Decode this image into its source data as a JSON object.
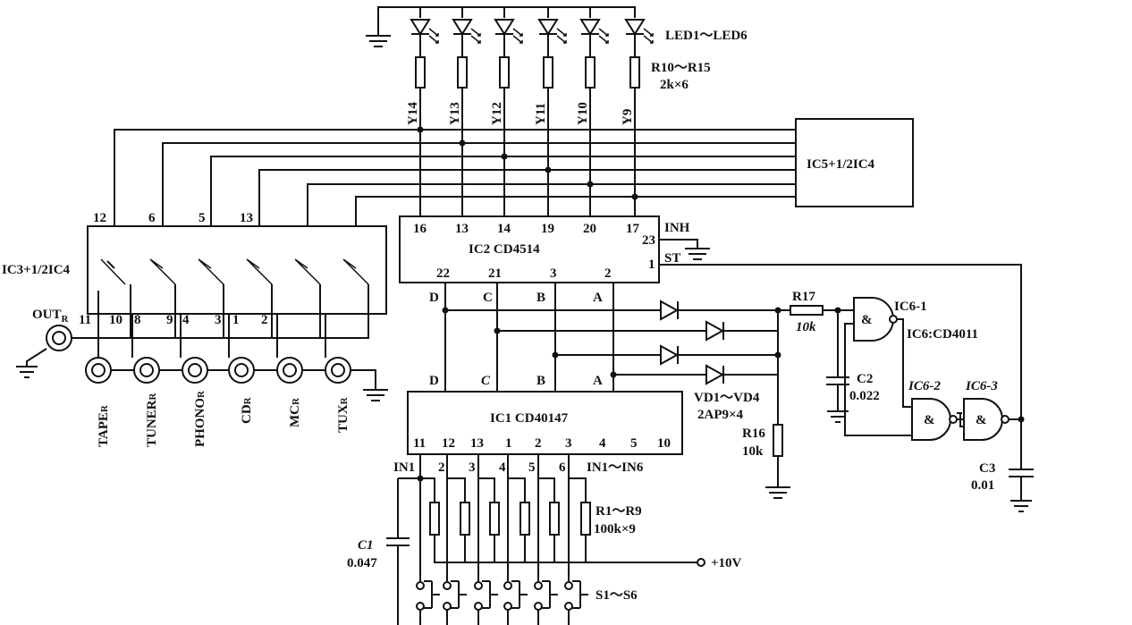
{
  "labels": {
    "led_group": "LED1～LED6",
    "r10_15_name": "R10～R15",
    "r10_15_value": "2k×6",
    "ic5": "IC5+1/2IC4",
    "ic2": "IC2  CD4514",
    "ic3": "IC3+1/2IC4",
    "ic1": "IC1  CD40147",
    "out": "OUT",
    "out_sub": "R",
    "inh": "INH",
    "st": "ST",
    "r17": "R17",
    "r17_value": "10k",
    "ic6_1": "IC6-1",
    "ic6_type": "IC6:CD4011",
    "ic6_2": "IC6-2",
    "ic6_3": "IC6-3",
    "c2": "C2",
    "c2_value": "0.022",
    "vd": "VD1～VD4",
    "vd_type": "2AP9×4",
    "r16": "R16",
    "r16_value": "10k",
    "c3": "C3",
    "c3_value": "0.01",
    "in1": "IN1",
    "in_range": "IN1～IN6",
    "r1_9": "R1～R9",
    "r1_9_value": "100k×9",
    "c1": "C1",
    "c1_value": "0.047",
    "vcc": "+10V",
    "s1_6": "S1～S6",
    "nand": "&"
  },
  "y_labels": [
    "Y14",
    "Y13",
    "Y12",
    "Y11",
    "Y10",
    "Y9"
  ],
  "ic2_top_pins": [
    "16",
    "13",
    "14",
    "19",
    "20",
    "17"
  ],
  "ic2_pin_inh": "23",
  "ic2_pin_st": "1",
  "ic2_bottom_pins": [
    "22",
    "21",
    "3",
    "2"
  ],
  "ic2_bottom_letters": [
    "D",
    "C",
    "B",
    "A"
  ],
  "ic1_top_letters": [
    "D",
    "C",
    "B",
    "A"
  ],
  "ic1_bottom_pins": [
    "11",
    "12",
    "13",
    "1",
    "2",
    "3",
    "4",
    "5",
    "10"
  ],
  "ic3_top_pins": [
    "12",
    "6",
    "5",
    "13"
  ],
  "ic3_bottom_pins": [
    "11",
    "10",
    "8",
    "9",
    "4",
    "3",
    "1",
    "2"
  ],
  "in_numbers": [
    "2",
    "3",
    "4",
    "5",
    "6"
  ],
  "inputs": [
    {
      "name": "TAPE",
      "sub": "R"
    },
    {
      "name": "TUNER",
      "sub": "R"
    },
    {
      "name": "PHONO",
      "sub": "R"
    },
    {
      "name": "CD",
      "sub": "R"
    },
    {
      "name": "MC",
      "sub": "R"
    },
    {
      "name": "TUX",
      "sub": "R"
    }
  ]
}
